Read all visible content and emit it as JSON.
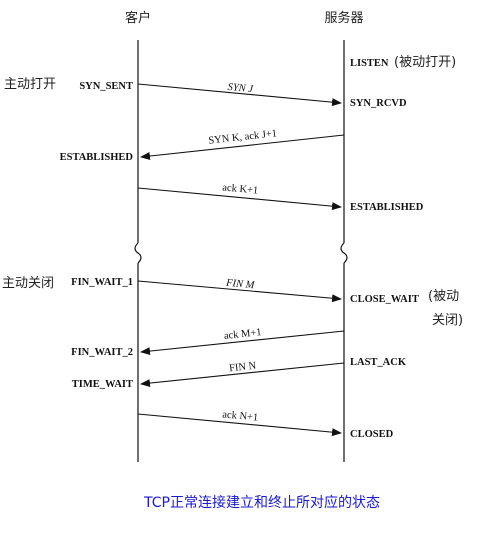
{
  "headers": {
    "client": "客户",
    "server": "服务器"
  },
  "notes": {
    "active_open": "主动打开",
    "active_close": "主动关闭",
    "passive_open": "(被动打开)",
    "passive_close_line1": "(被动",
    "passive_close_line2": "关闭)"
  },
  "client_states": {
    "syn_sent": "SYN_SENT",
    "established": "ESTABLISHED",
    "fin_wait_1": "FIN_WAIT_1",
    "fin_wait_2": "FIN_WAIT_2",
    "time_wait": "TIME_WAIT"
  },
  "server_states": {
    "listen": "LISTEN",
    "syn_rcvd": "SYN_RCVD",
    "established": "ESTABLISHED",
    "close_wait": "CLOSE_WAIT",
    "last_ack": "LAST_ACK",
    "closed": "CLOSED"
  },
  "messages": {
    "syn_j": "SYN J",
    "syn_k_ack": "SYN K, ack J+1",
    "ack_k": "ack K+1",
    "fin_m": "FIN M",
    "ack_m": "ack M+1",
    "fin_n": "FIN N",
    "ack_n": "ack N+1"
  },
  "caption": "TCP正常连接建立和终止所对应的状态",
  "colors": {
    "caption": "#1a1ad0",
    "line": "#111111"
  }
}
